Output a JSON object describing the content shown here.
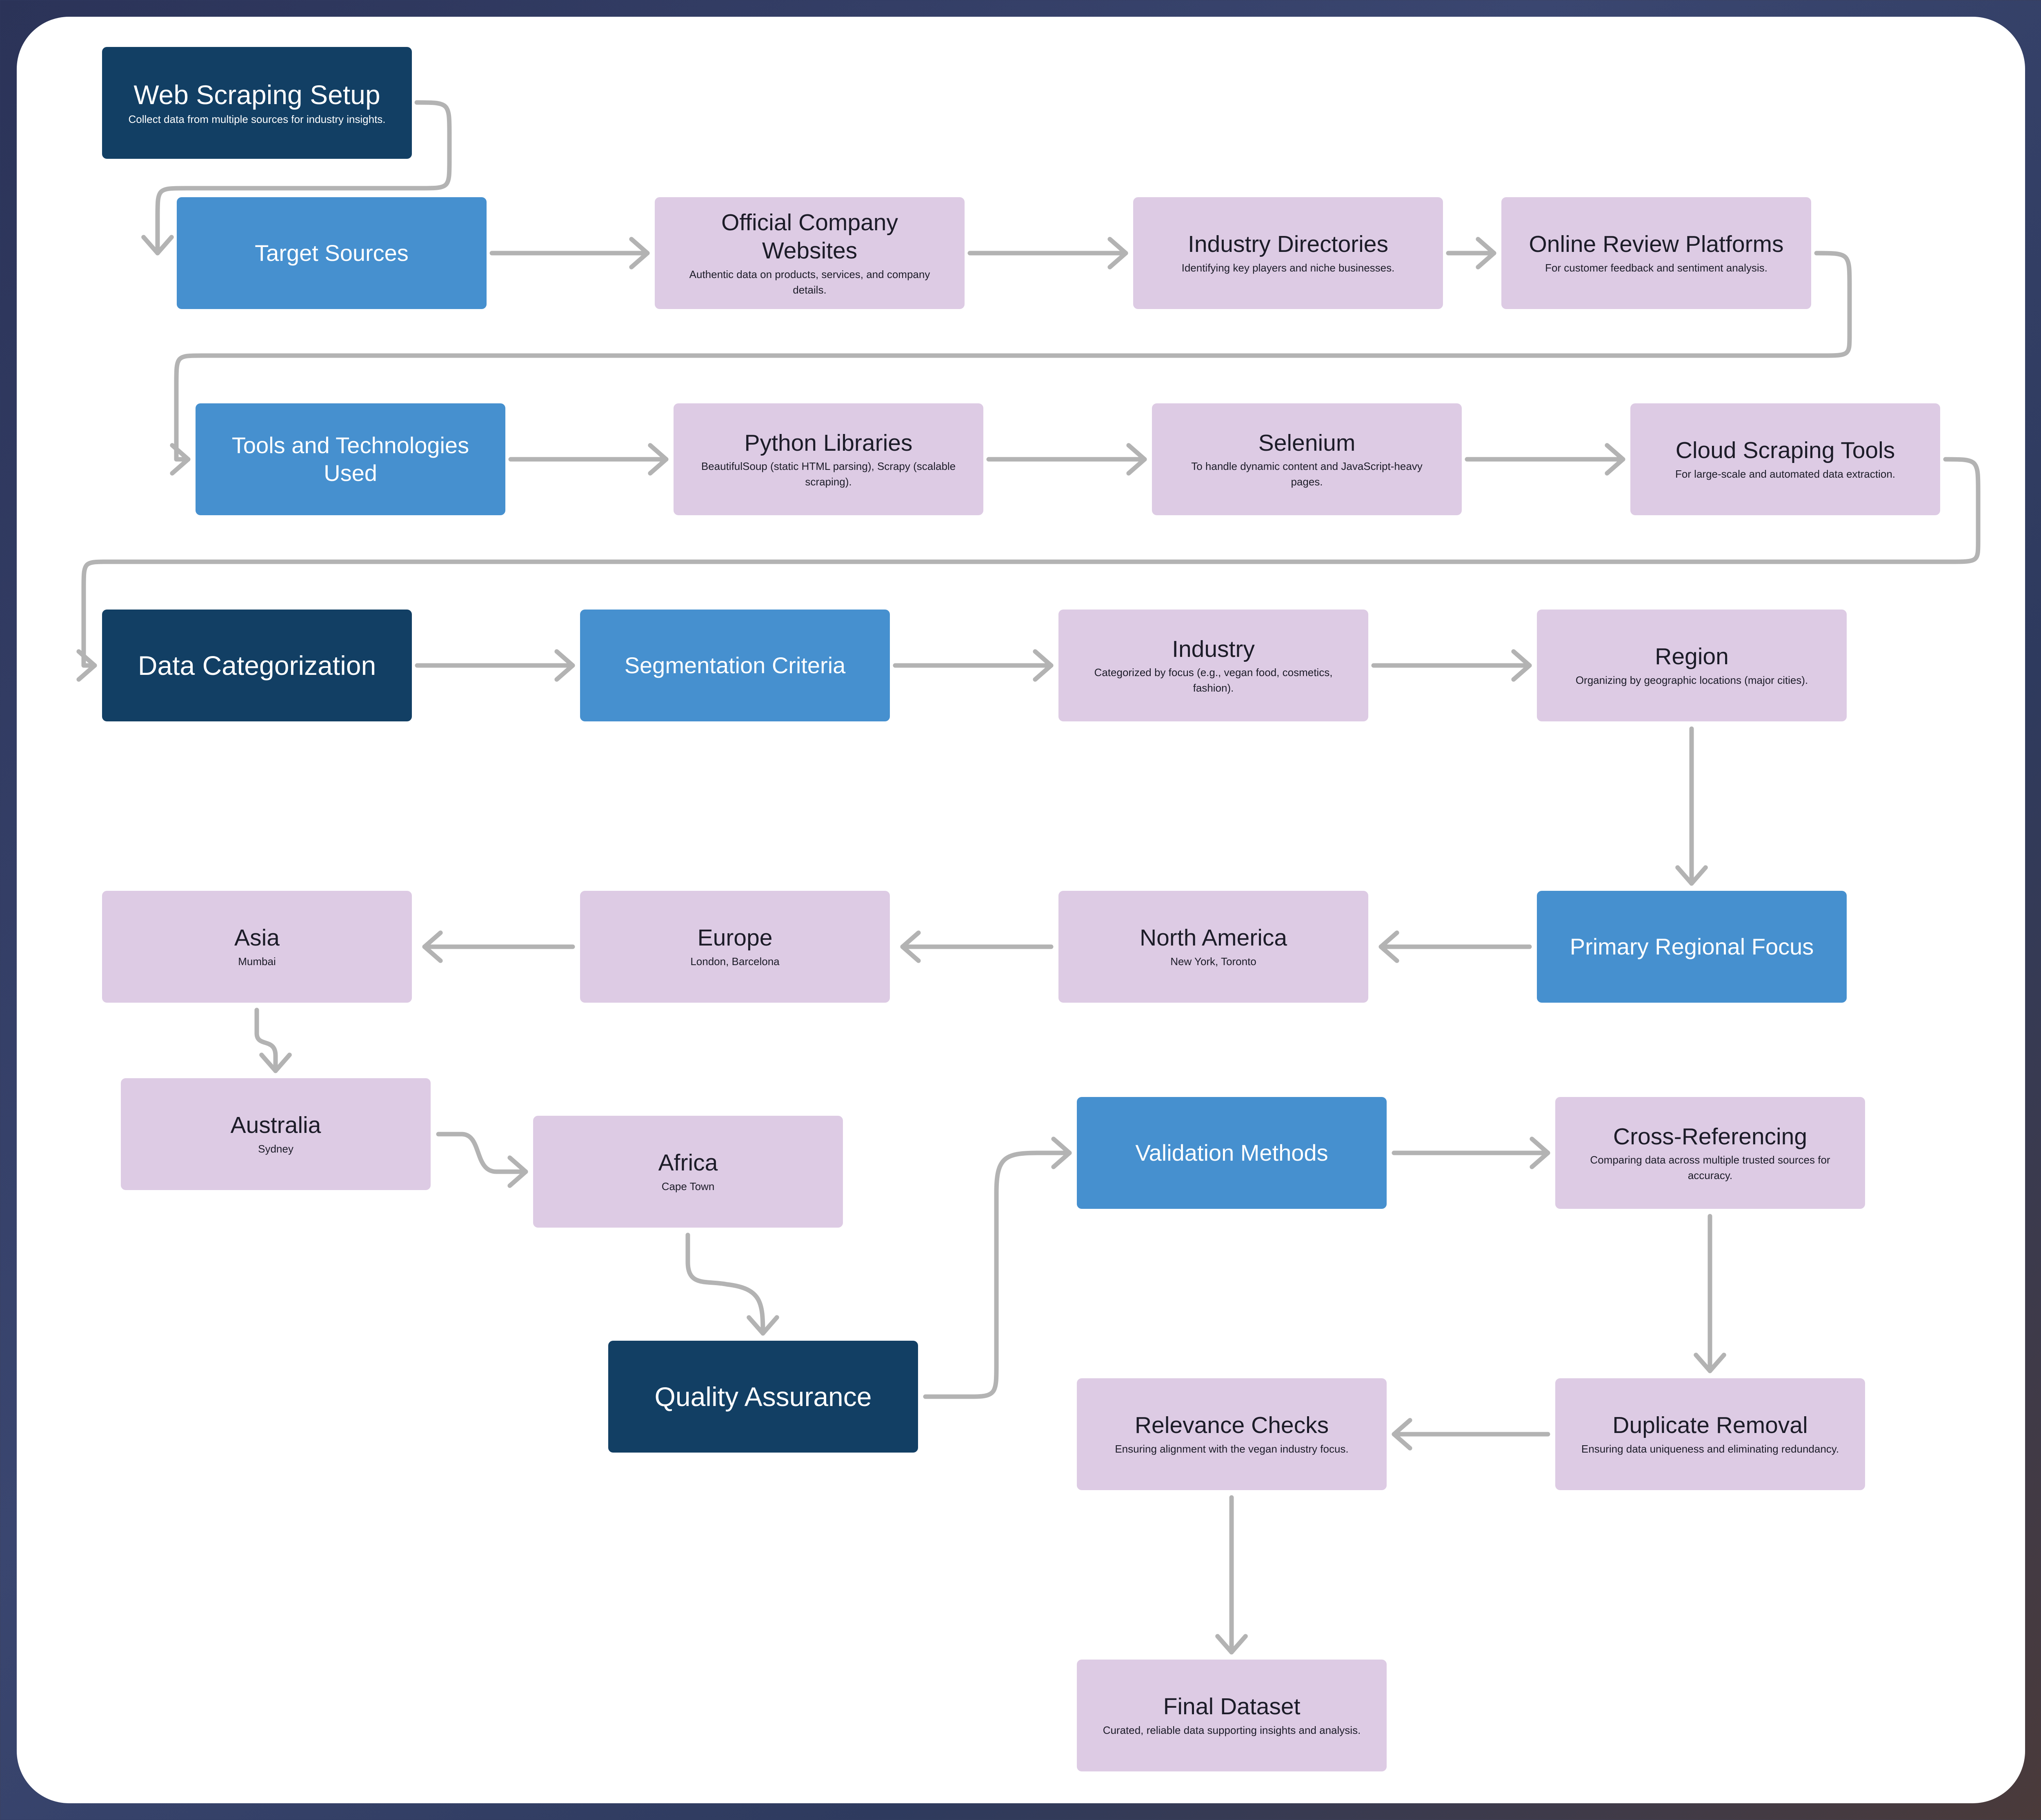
{
  "colors": {
    "primary": "#123f64",
    "secondary": "#4690cf",
    "detail": "#ddcbe4",
    "connector": "#b3b3b3"
  },
  "nodes": {
    "web_scraping_setup": {
      "title": "Web Scraping Setup",
      "sub": "Collect data from multiple sources for industry insights."
    },
    "target_sources": {
      "title": "Target Sources"
    },
    "official_websites": {
      "title": "Official Company Websites",
      "sub": "Authentic data on products, services, and company details."
    },
    "industry_directories": {
      "title": "Industry Directories",
      "sub": "Identifying key players and niche businesses."
    },
    "online_review": {
      "title": "Online Review Platforms",
      "sub": "For customer feedback and sentiment analysis."
    },
    "tools_tech": {
      "title": "Tools and Technologies Used"
    },
    "python_libraries": {
      "title": "Python Libraries",
      "sub": "BeautifulSoup (static HTML parsing), Scrapy (scalable scraping)."
    },
    "selenium": {
      "title": "Selenium",
      "sub": "To handle dynamic content and JavaScript-heavy pages."
    },
    "cloud_tools": {
      "title": "Cloud Scraping Tools",
      "sub": "For large-scale and automated data extraction."
    },
    "data_categorization": {
      "title": "Data Categorization"
    },
    "segmentation": {
      "title": "Segmentation Criteria"
    },
    "industry": {
      "title": "Industry",
      "sub": "Categorized by focus (e.g., vegan food, cosmetics, fashion)."
    },
    "region": {
      "title": "Region",
      "sub": "Organizing by geographic locations (major cities)."
    },
    "primary_regional": {
      "title": "Primary Regional Focus"
    },
    "north_america": {
      "title": "North America",
      "sub": "New York, Toronto"
    },
    "europe": {
      "title": "Europe",
      "sub": "London, Barcelona"
    },
    "asia": {
      "title": "Asia",
      "sub": "Mumbai"
    },
    "australia": {
      "title": "Australia",
      "sub": "Sydney"
    },
    "africa": {
      "title": "Africa",
      "sub": "Cape Town"
    },
    "quality_assurance": {
      "title": "Quality Assurance"
    },
    "validation": {
      "title": "Validation Methods"
    },
    "cross_ref": {
      "title": "Cross-Referencing",
      "sub": "Comparing data across multiple trusted sources for accuracy."
    },
    "duplicate": {
      "title": "Duplicate Removal",
      "sub": "Ensuring data uniqueness and eliminating redundancy."
    },
    "relevance": {
      "title": "Relevance Checks",
      "sub": "Ensuring alignment with the vegan industry focus."
    },
    "final_dataset": {
      "title": "Final Dataset",
      "sub": "Curated, reliable data supporting insights and analysis."
    }
  }
}
